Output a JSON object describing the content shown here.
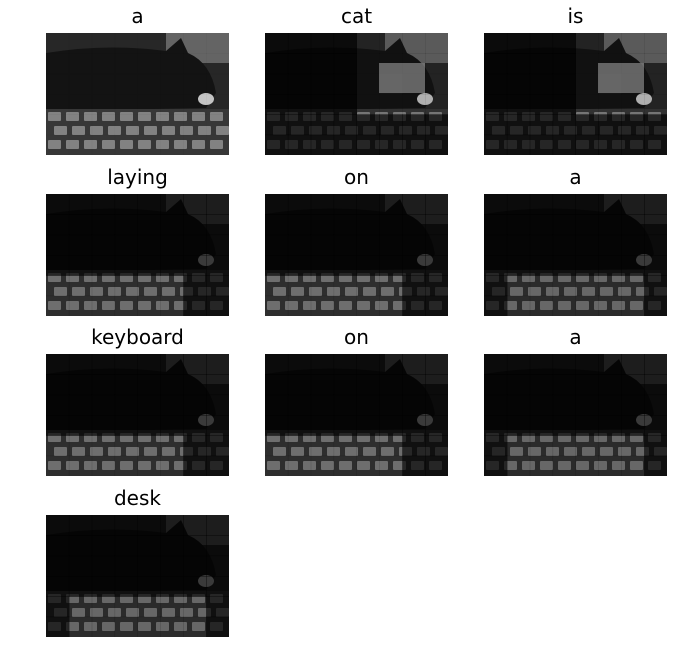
{
  "figure": {
    "panels": [
      {
        "word": "a",
        "focus": "whole-image"
      },
      {
        "word": "cat",
        "focus": "upper-right"
      },
      {
        "word": "is",
        "focus": "upper-right"
      },
      {
        "word": "laying",
        "focus": "lower-left"
      },
      {
        "word": "on",
        "focus": "lower-left"
      },
      {
        "word": "a",
        "focus": "lower-middle"
      },
      {
        "word": "keyboard",
        "focus": "lower-left"
      },
      {
        "word": "on",
        "focus": "lower-left"
      },
      {
        "word": "a",
        "focus": "lower-middle"
      },
      {
        "word": "desk",
        "focus": "lower-middle"
      }
    ]
  }
}
